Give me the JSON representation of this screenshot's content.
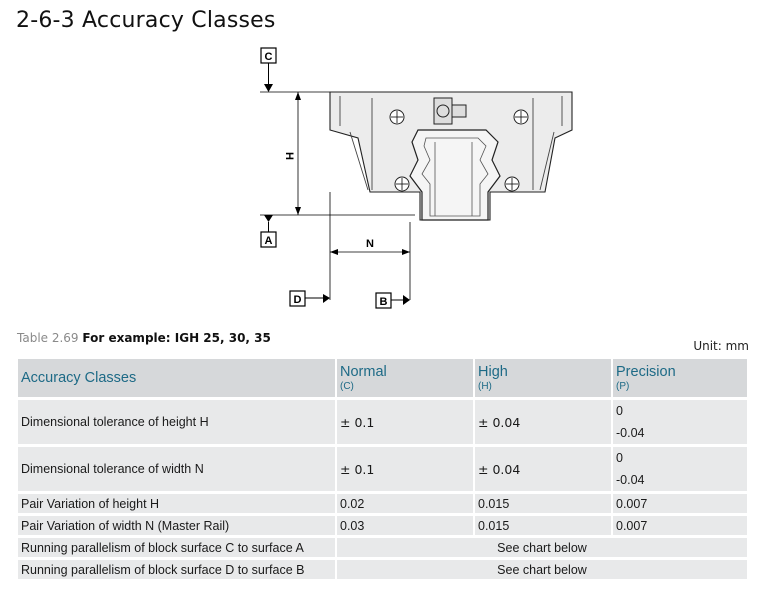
{
  "title": "2-6-3  Accuracy Classes",
  "drawing": {
    "ref_c": "C",
    "ref_a": "A",
    "ref_d": "D",
    "ref_b": "B",
    "dim_h": "H",
    "dim_n": "N"
  },
  "table": {
    "number": "Table 2.69",
    "caption": "For example: IGH 25, 30, 35",
    "unit": "Unit: mm",
    "header": {
      "label": "Accuracy  Classes",
      "normal": "Normal",
      "normal_code": "(C)",
      "high": "High",
      "high_code": "(H)",
      "precision": "Precision",
      "precision_code": "(P)"
    },
    "rows": [
      {
        "label": "Dimensional tolerance of height H",
        "normal": "± 0.1",
        "high": "± 0.04",
        "precision_top": "0",
        "precision_bottom": "-0.04"
      },
      {
        "label": "Dimensional tolerance of width N",
        "normal": "± 0.1",
        "high": "± 0.04",
        "precision_top": "0",
        "precision_bottom": "-0.04"
      },
      {
        "label": "Pair Variation of height H",
        "normal": "0.02",
        "high": "0.015",
        "precision": "0.007"
      },
      {
        "label": "Pair Variation of width N (Master Rail)",
        "normal": "0.03",
        "high": "0.015",
        "precision": "0.007"
      },
      {
        "label": "Running parallelism of block surface C to surface A",
        "value": "See chart below"
      },
      {
        "label": "Running parallelism of block surface D to surface B",
        "value": "See chart below"
      }
    ]
  }
}
